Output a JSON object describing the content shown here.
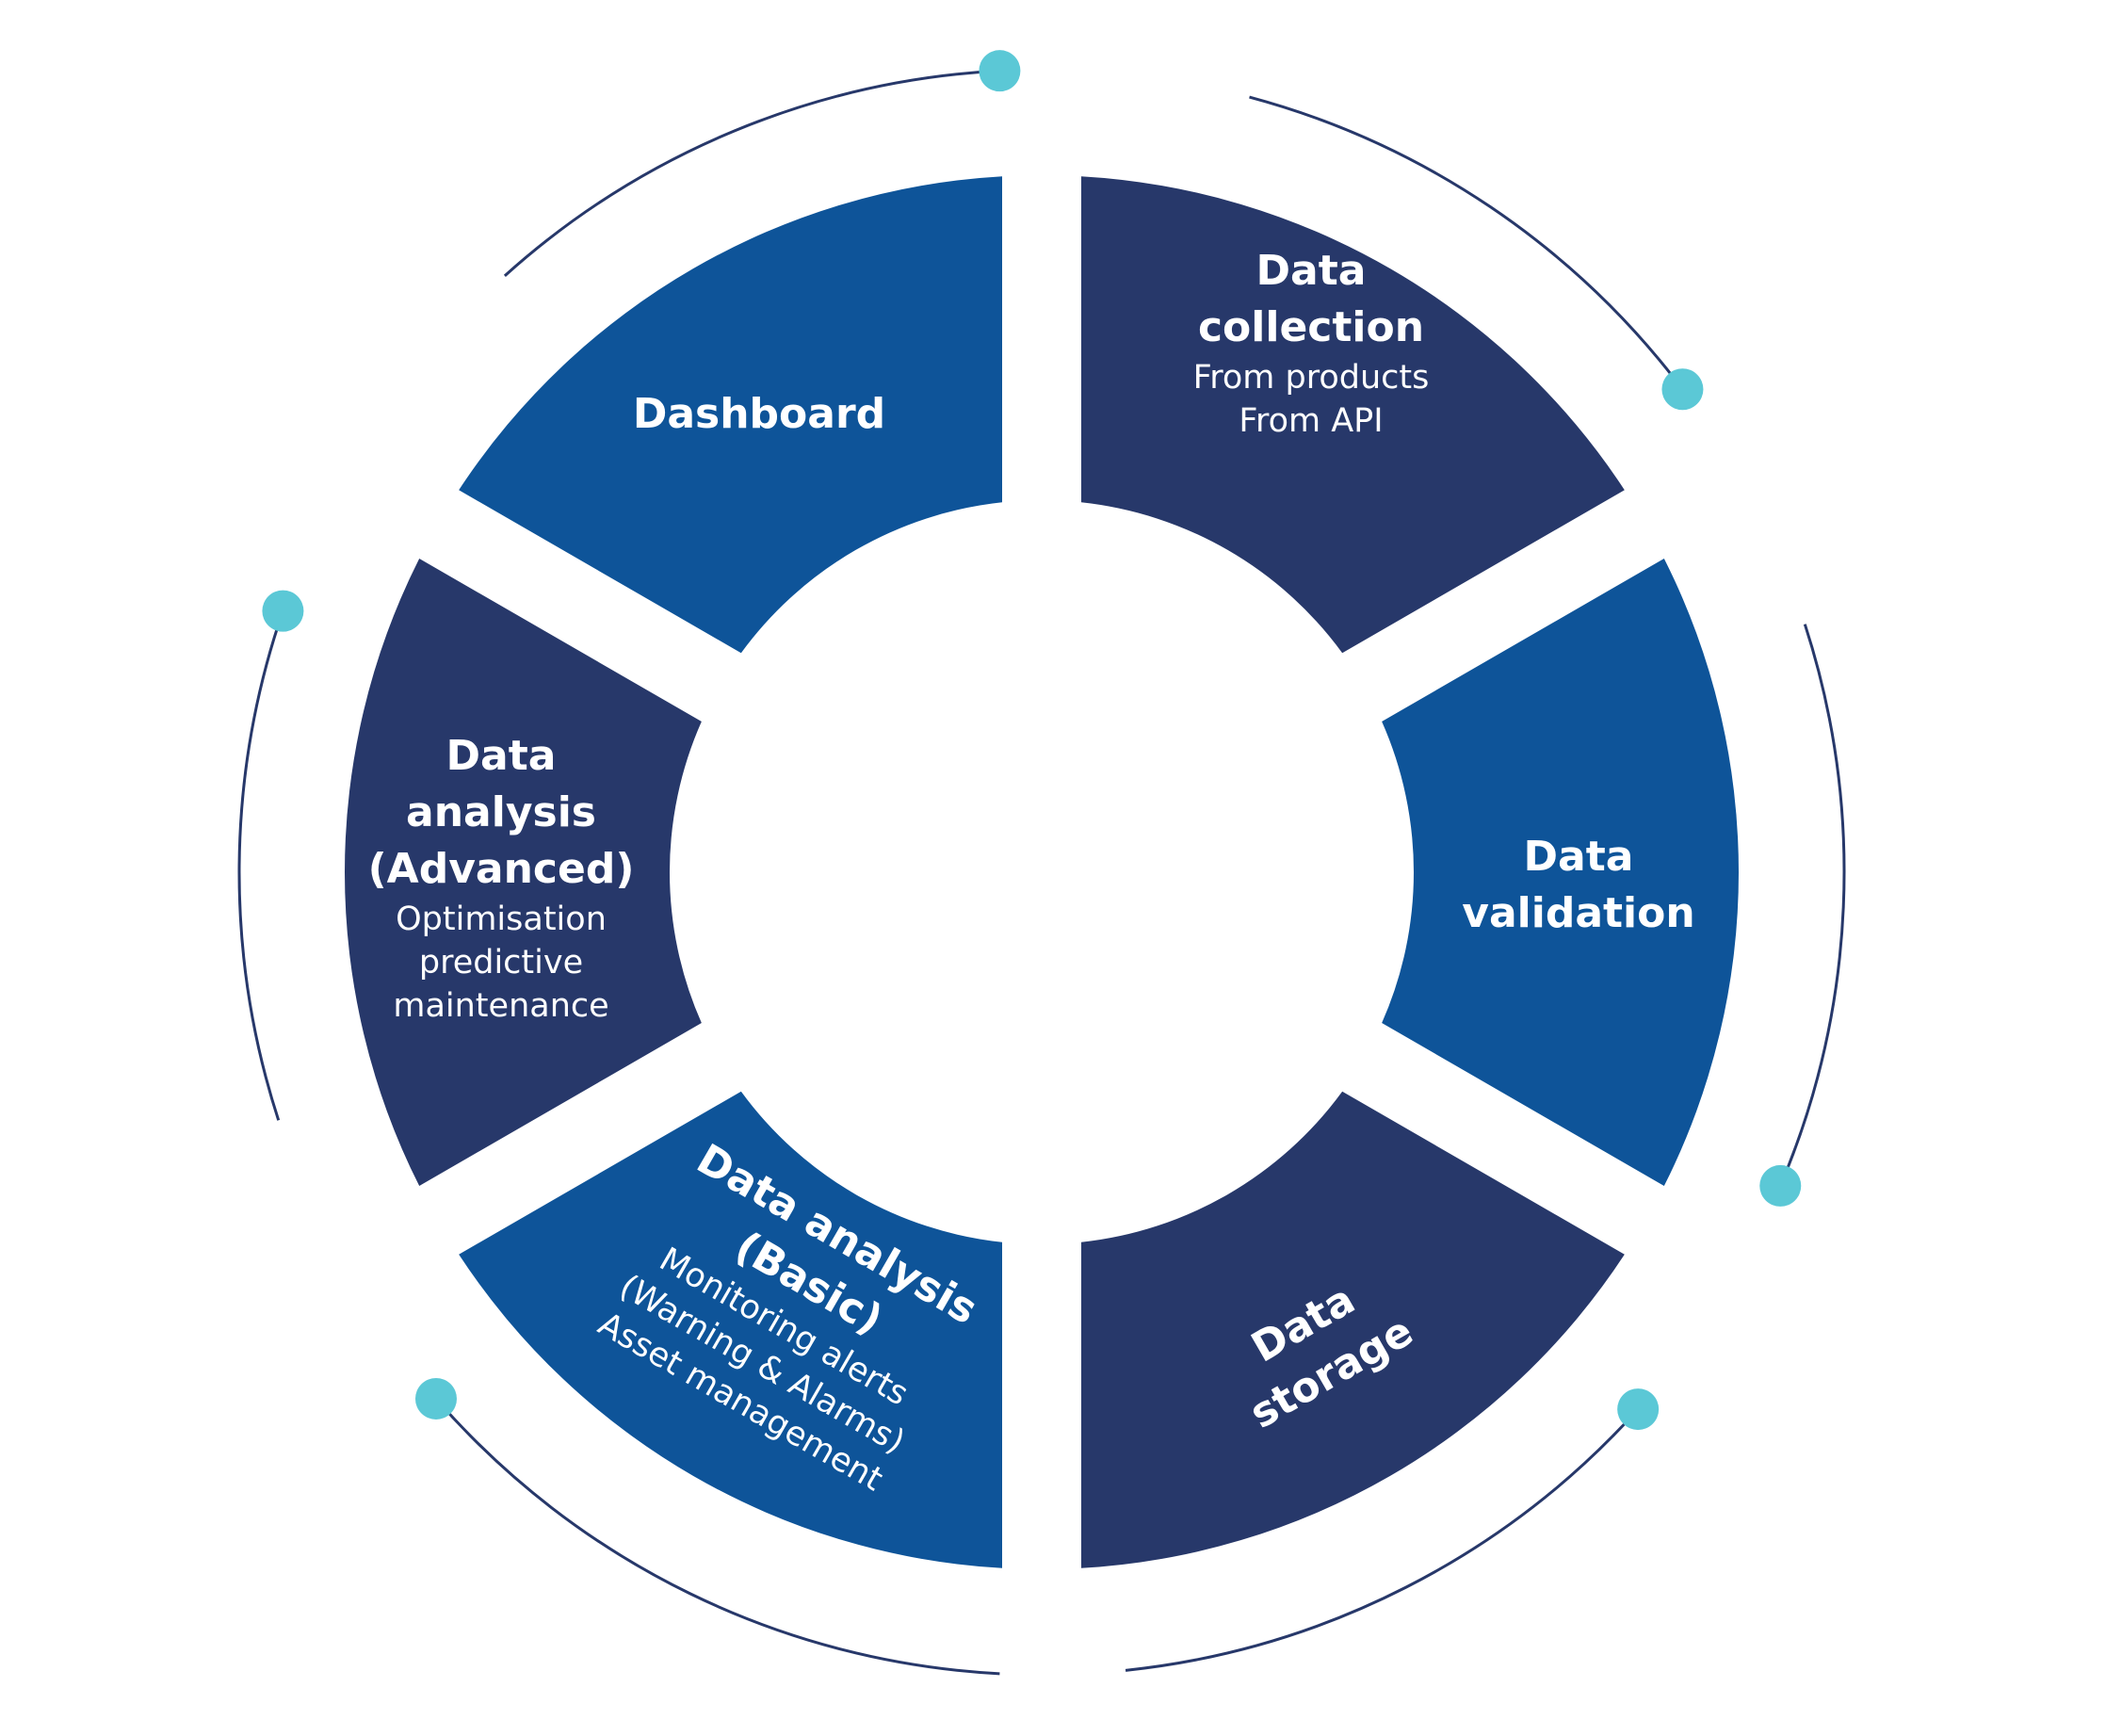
{
  "colors": {
    "segment_light": "#0E5499",
    "segment_dark": "#27386A",
    "arc_line": "#27386A",
    "dot": "#5BC8D6",
    "text": "#FFFFFF"
  },
  "segments": [
    {
      "id": "data-collection",
      "tone": "dark",
      "title": [
        "Data",
        "collection"
      ],
      "title_weight": "bold",
      "sub": [
        "From products",
        "From API"
      ]
    },
    {
      "id": "data-validation",
      "tone": "light",
      "title": [
        "Data",
        "validation"
      ],
      "sub": []
    },
    {
      "id": "data-storage",
      "tone": "dark",
      "title": [
        "Data",
        "storage"
      ],
      "sub": []
    },
    {
      "id": "data-analysis-basic",
      "tone": "light",
      "title": [
        "Data analysis",
        "(Basic)"
      ],
      "sub": [
        "Monitoring alerts",
        "(Warning & Alarms)",
        "Asset management"
      ]
    },
    {
      "id": "data-analysis-advanced",
      "tone": "dark",
      "title": [
        "Data",
        "analysis",
        "(Advanced)"
      ],
      "sub": [
        "Optimisation",
        "predictive",
        "maintenance"
      ]
    },
    {
      "id": "dashboard",
      "tone": "light",
      "title": [
        "Dashboard"
      ],
      "sub": []
    }
  ]
}
